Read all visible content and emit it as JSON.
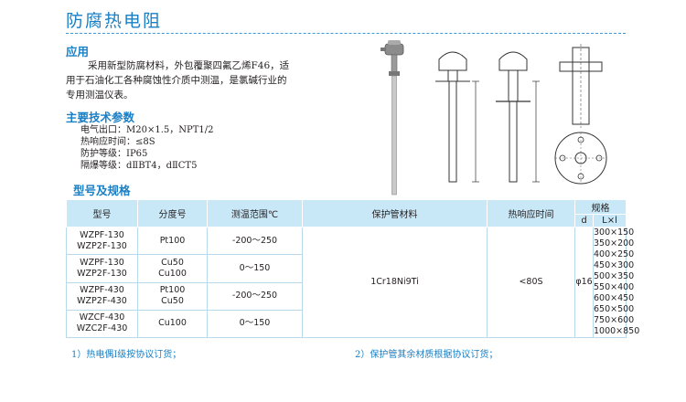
{
  "title": "防腐热电阻",
  "application": {
    "heading": "应用",
    "text_line1": "采用新型防腐材料，外包覆聚四氟乙烯F46，适",
    "text_line2": "用于石油化工各种腐蚀性介质中测温，是氯碱行业的",
    "text_line3": "专用测温仪表。"
  },
  "specs": {
    "heading": "主要技术参数",
    "lines": [
      "电气出口：M20×1.5，NPT1/2",
      "热响应时间：≤8S",
      "防护等级：IP65",
      "隔爆等级：dⅡBT4，dⅡCT5"
    ]
  },
  "models": {
    "heading": "型号及规格",
    "columns": {
      "model": "型号",
      "graduation": "分度号",
      "range": "测温范围℃",
      "material": "保护管材料",
      "response": "热响应时间",
      "spec": "规格",
      "d": "d",
      "lx1": "L×l"
    },
    "groups": [
      {
        "model1": "WZPF-130",
        "model2": "WZP2F-130",
        "grad1": "Pt100",
        "grad2": "",
        "range": "-200～250"
      },
      {
        "model1": "WZPF-130",
        "model2": "WZP2F-130",
        "grad1": "Cu50",
        "grad2": "Cu100",
        "range": "0～150"
      },
      {
        "model1": "WZPF-430",
        "model2": "WZP2F-430",
        "grad1": "Pt100",
        "grad2": "Cu50",
        "range": "-200～250"
      },
      {
        "model1": "WZCF-430",
        "model2": "WZC2F-430",
        "grad1": "Cu100",
        "grad2": "",
        "range": "0～150"
      }
    ],
    "material": "1Cr18Ni9Ti",
    "response": "<80S",
    "diameter": "φ16",
    "sizes": [
      "300×150",
      "350×200",
      "400×250",
      "450×300",
      "500×350",
      "550×400",
      "600×450",
      "650×500",
      "750×600",
      "1000×850"
    ]
  },
  "footnotes": {
    "note1": "1）热电偶Ⅰ级按协议订货；",
    "note2": "2）保护管其余材质根据协议订货；"
  },
  "colors": {
    "accent": "#1a7fc4",
    "header_bg": "#c9e8f7",
    "border": "#b9d9ec"
  }
}
